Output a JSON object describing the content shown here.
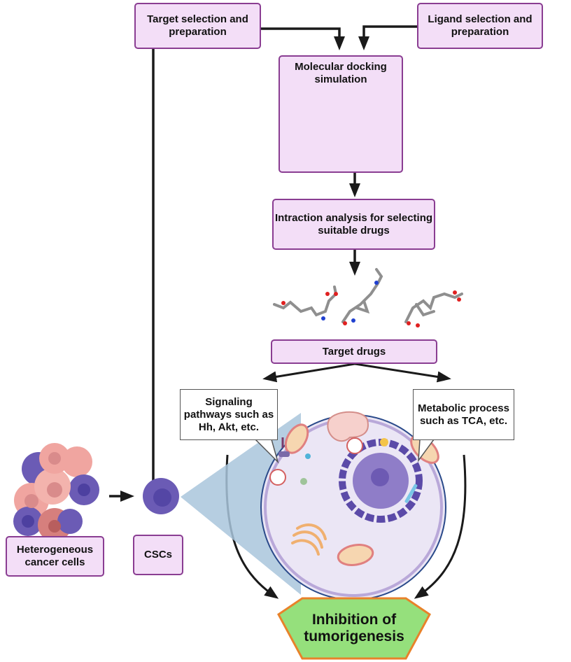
{
  "diagram": {
    "boxes": {
      "target_selection": "Target selection and preparation",
      "ligand_selection": "Ligand selection and preparation",
      "molecular_docking": "Molecular docking simulation",
      "interaction_analysis": "Intraction analysis for selecting suitable drugs",
      "target_drugs": "Target drugs",
      "heterogeneous_cells": "Heterogeneous cancer cells",
      "cscs": "CSCs"
    },
    "callouts": {
      "signaling": "Signaling pathways such as Hh, Akt, etc.",
      "metabolic": "Metabolic process such as TCA, etc."
    },
    "outcome": "Inhibition of tumorigenesis",
    "colors": {
      "box_fill": "#f3def7",
      "box_border": "#8a3d92",
      "outcome_fill": "#95e07c",
      "outcome_border": "#e8822a",
      "arrow": "#1a1a1a",
      "protein_blue": "#4f86d9",
      "csc_purple": "#6b5bb5",
      "cancer_pink": "#f0a5a0"
    }
  }
}
